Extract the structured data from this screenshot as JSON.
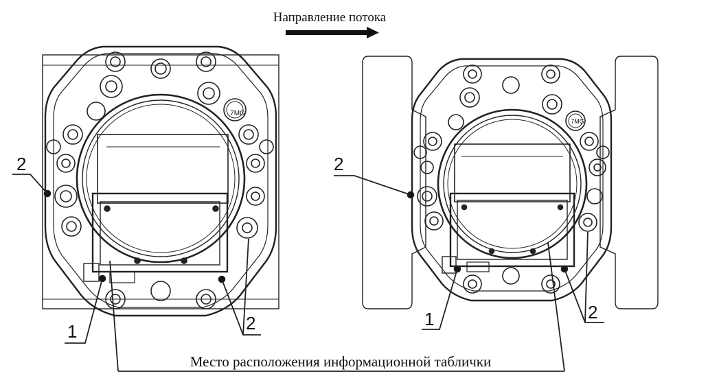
{
  "flow_direction_label": "Направление потока",
  "nameplate_location_label": "Место расположения информационной таблички",
  "callouts": {
    "left_view": {
      "one": "1",
      "two_left": "2",
      "two_right": "2"
    },
    "right_view": {
      "one": "1",
      "two_left": "2",
      "two_right": "2"
    }
  },
  "badge_text": "7MG"
}
